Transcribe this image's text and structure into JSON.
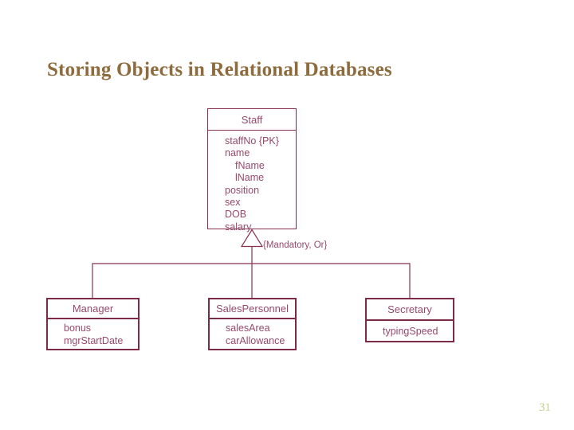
{
  "title": "Storing Objects in Relational Databases",
  "page_number": "31",
  "colors": {
    "title_text": "#8e6b3c",
    "diagram_border": "#7d2a46",
    "diagram_line": "#86314f",
    "diagram_text": "#96496a",
    "page_number_text": "#c6cc8a",
    "background": "#ffffff"
  },
  "diagram": {
    "annotation": "{Mandatory, Or}",
    "staff": {
      "name": "Staff",
      "attributes": [
        "staffNo {PK}",
        "name",
        "fName",
        "lName",
        "position",
        "sex",
        "DOB",
        "salary"
      ]
    },
    "manager": {
      "name": "Manager",
      "attributes": [
        "bonus",
        "mgrStartDate"
      ]
    },
    "sales": {
      "name": "SalesPersonnel",
      "attributes": [
        "salesArea",
        "carAllowance"
      ]
    },
    "secretary": {
      "name": "Secretary",
      "attributes": [
        "typingSpeed"
      ]
    }
  }
}
